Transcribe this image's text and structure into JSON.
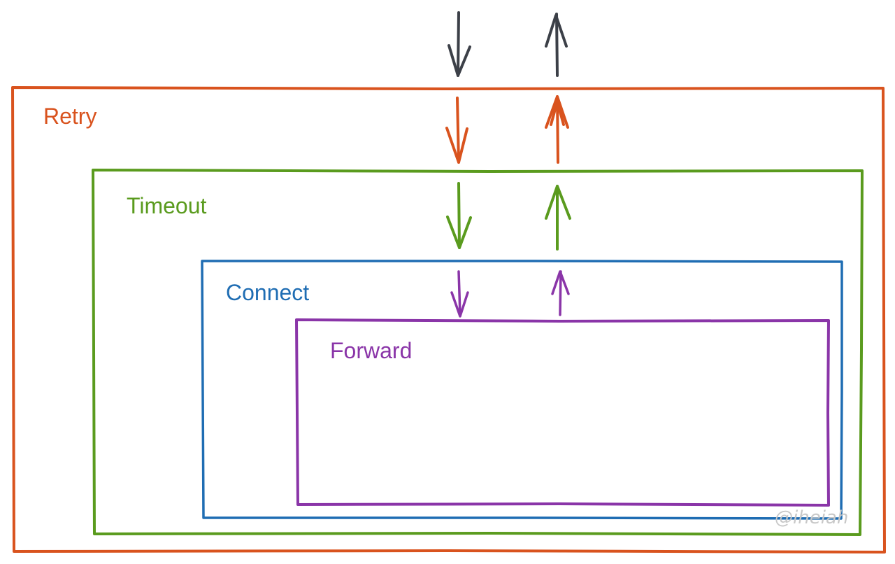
{
  "layers": [
    {
      "id": "retry",
      "label": "Retry",
      "color": "#d9531e"
    },
    {
      "id": "timeout",
      "label": "Timeout",
      "color": "#5a9b1e"
    },
    {
      "id": "connect",
      "label": "Connect",
      "color": "#1f6db3"
    },
    {
      "id": "forward",
      "label": "Forward",
      "color": "#8a35a8"
    }
  ],
  "outer_arrow_color": "#3c4048",
  "watermark": {
    "text": "@iheiah",
    "color": "#c8c8c8"
  }
}
